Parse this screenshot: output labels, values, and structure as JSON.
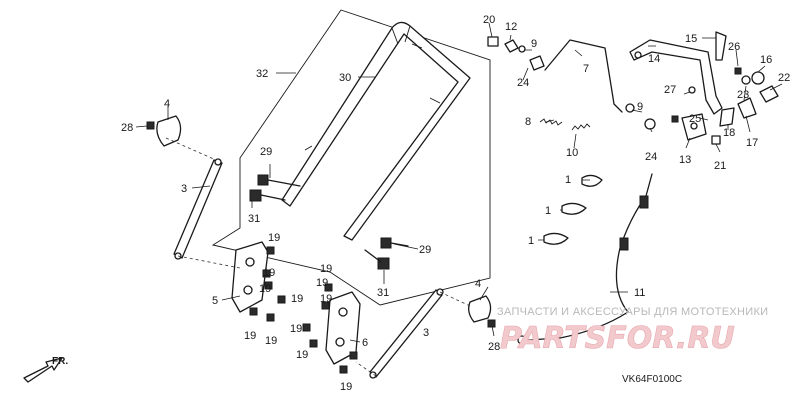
{
  "diagram": {
    "code": "VK64F0100C",
    "front_marker": "FR.",
    "watermark": {
      "text": "ЗАПЧАСТИ И АКСЕССУАРЫ ДЛЯ МОТОТЕХНИКИ",
      "logo": "PARTSFOR.RU"
    },
    "callouts": {
      "c1a": "1",
      "c1b": "1",
      "c1c": "1",
      "c3a": "3",
      "c3b": "3",
      "c4a": "4",
      "c4b": "4",
      "c5": "5",
      "c6": "6",
      "c7": "7",
      "c8": "8",
      "c9a": "9",
      "c9b": "9",
      "c10": "10",
      "c11": "11",
      "c12": "12",
      "c13": "13",
      "c14": "14",
      "c15": "15",
      "c16": "16",
      "c17": "17",
      "c18": "18",
      "c19a": "19",
      "c19b": "19",
      "c19c": "19",
      "c19d": "19",
      "c19e": "19",
      "c19f": "19",
      "c19g": "19",
      "c19h": "19",
      "c19i": "19",
      "c19j": "19",
      "c19k": "19",
      "c19l": "19",
      "c20": "20",
      "c21": "21",
      "c22": "22",
      "c23": "23",
      "c24a": "24",
      "c24b": "24",
      "c25": "25",
      "c26": "26",
      "c27": "27",
      "c28a": "28",
      "c28b": "28",
      "c29a": "29",
      "c29b": "29",
      "c30": "30",
      "c31a": "31",
      "c31b": "31",
      "c32": "32"
    }
  }
}
